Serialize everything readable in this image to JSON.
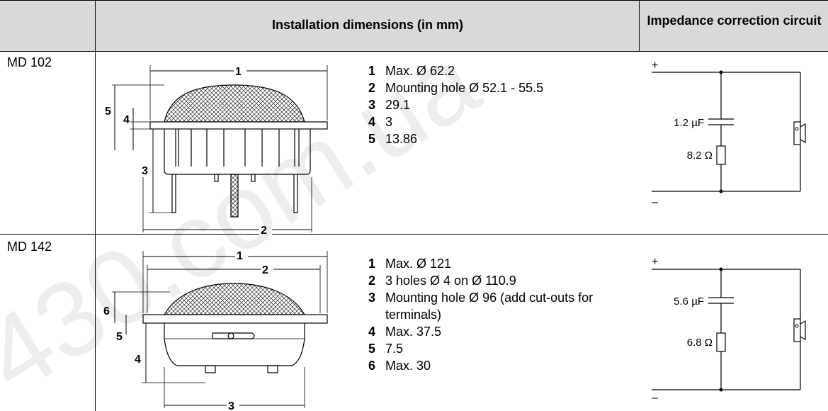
{
  "header": {
    "col_dimensions": "Installation dimensions (in mm)",
    "col_circuit": "Impedance correction circuit"
  },
  "rows": [
    {
      "model": "MD 102",
      "dims": [
        {
          "num": "1",
          "text": "Max. Ø 62.2"
        },
        {
          "num": "2",
          "text": "Mounting hole Ø 52.1 - 55.5"
        },
        {
          "num": "3",
          "text": "29.1"
        },
        {
          "num": "4",
          "text": "3"
        },
        {
          "num": "5",
          "text": "13.86"
        }
      ],
      "drawing_callouts": [
        "1",
        "2",
        "3",
        "4",
        "5"
      ],
      "circuit": {
        "plus": "+",
        "minus": "–",
        "capacitor": "1.2 µF",
        "resistor": "8.2 Ω"
      }
    },
    {
      "model": "MD 142",
      "dims": [
        {
          "num": "1",
          "text": "Max. Ø 121"
        },
        {
          "num": "2",
          "text": "3 holes Ø 4 on Ø 110.9"
        },
        {
          "num": "3",
          "text": "Mounting hole Ø 96 (add cut-outs for terminals)"
        },
        {
          "num": "4",
          "text": "Max. 37.5"
        },
        {
          "num": "5",
          "text": "7.5"
        },
        {
          "num": "6",
          "text": "Max. 30"
        }
      ],
      "drawing_callouts": [
        "1",
        "2",
        "3",
        "4",
        "5",
        "6"
      ],
      "circuit": {
        "plus": "+",
        "minus": "–",
        "capacitor": "5.6 µF",
        "resistor": "6.8 Ω"
      }
    }
  ],
  "watermark": "430.com.ua"
}
